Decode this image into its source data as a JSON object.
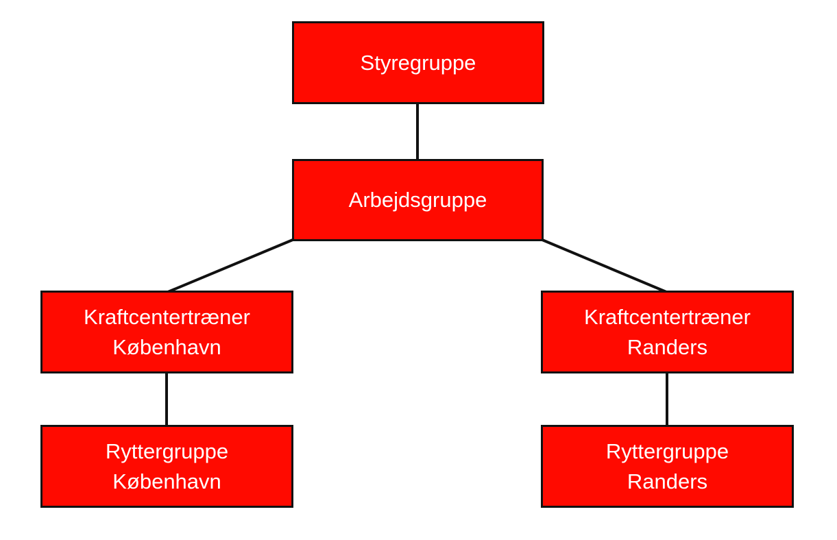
{
  "nodes": {
    "styregruppe": [
      "Styregruppe"
    ],
    "arbejdsgruppe": [
      "Arbejdsgruppe"
    ],
    "kraft_kbh": [
      "Kraftcentertræner",
      "København"
    ],
    "kraft_randers": [
      "Kraftcentertræner",
      "Randers"
    ],
    "ryttere_kbh": [
      "Ryttergruppe",
      "København"
    ],
    "ryttere_randers": [
      "Ryttergruppe",
      "Randers"
    ]
  },
  "colors": {
    "box": "#ff0a00",
    "border": "#111111",
    "text": "#ffffff"
  }
}
